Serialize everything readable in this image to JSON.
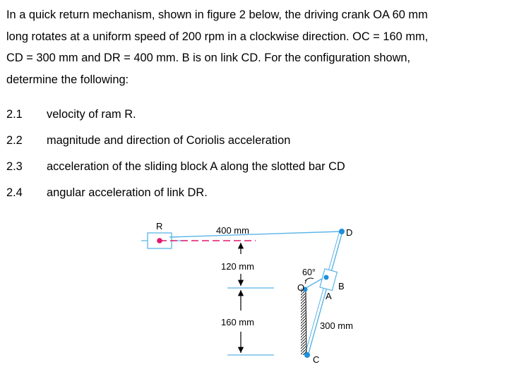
{
  "problem": {
    "lines": [
      "In a quick return mechanism, shown in figure 2 below, the driving crank OA 60 mm",
      "long rotates at a uniform speed of 200 rpm in a clockwise direction. OC = 160 mm,",
      "CD = 300 mm and DR = 400 mm. B is on link CD.  For the configuration shown,",
      "determine the following:"
    ],
    "questions": [
      {
        "num": "2.1",
        "text": "velocity of ram R."
      },
      {
        "num": "2.2",
        "text": "magnitude and direction of Coriolis acceleration"
      },
      {
        "num": "2.3",
        "text": "acceleration of the sliding block A along the slotted bar CD"
      },
      {
        "num": "2.4",
        "text": "angular acceleration of link DR."
      }
    ]
  },
  "figure": {
    "labels": {
      "R": "R",
      "D": "D",
      "O": "O",
      "A": "A",
      "B": "B",
      "C": "C",
      "dr_length": "400 mm",
      "ram_height": "120 mm",
      "oc_length": "160 mm",
      "cd_length": "300 mm",
      "angle": "60°"
    },
    "colors": {
      "link": "#5ab4e6",
      "joint": "#1e8fdc",
      "ram_line": "#e0196e",
      "dimension": "#000000"
    }
  }
}
